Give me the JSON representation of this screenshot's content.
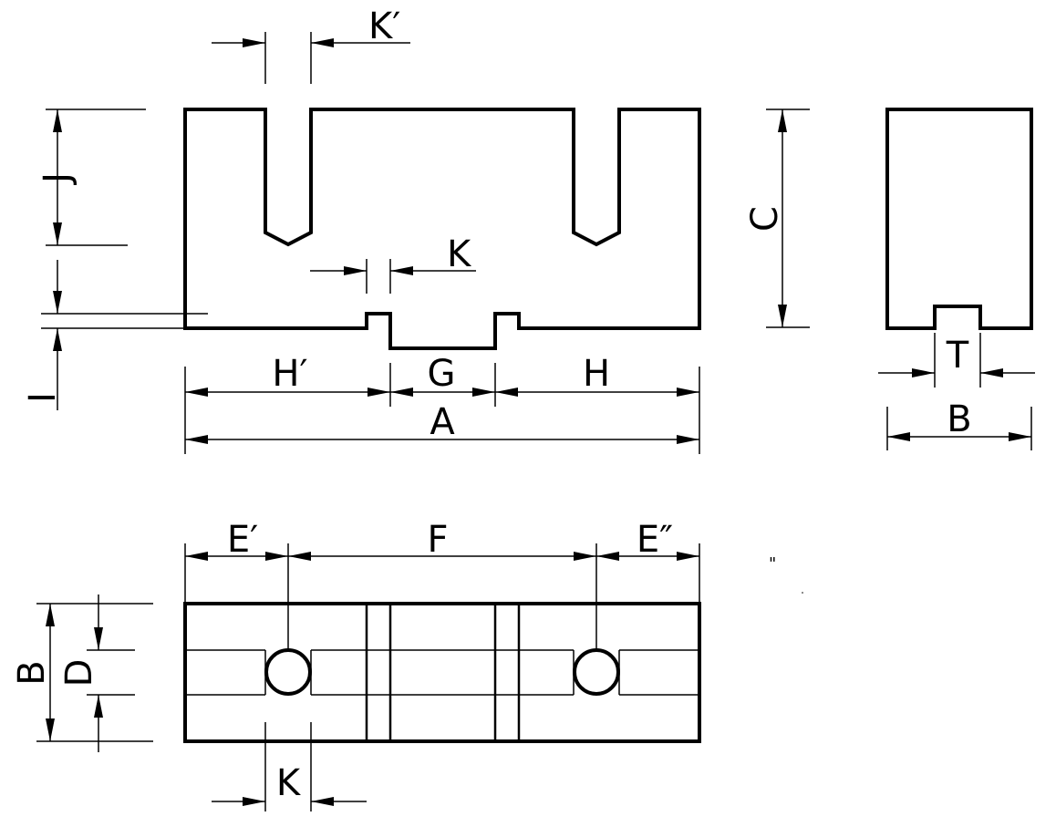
{
  "labels": {
    "A": "A",
    "B_side": "B",
    "B_top": "B",
    "C": "C",
    "D": "D",
    "E1": "E′",
    "E2": "E″",
    "F": "F",
    "G": "G",
    "H": "H",
    "H1": "H′",
    "I": "I",
    "J": "J",
    "K_front": "K",
    "K1": "K′",
    "K_top": "K",
    "T": "T",
    "mark": "\""
  },
  "colors": {
    "line": "#000000",
    "background": "#ffffff"
  }
}
